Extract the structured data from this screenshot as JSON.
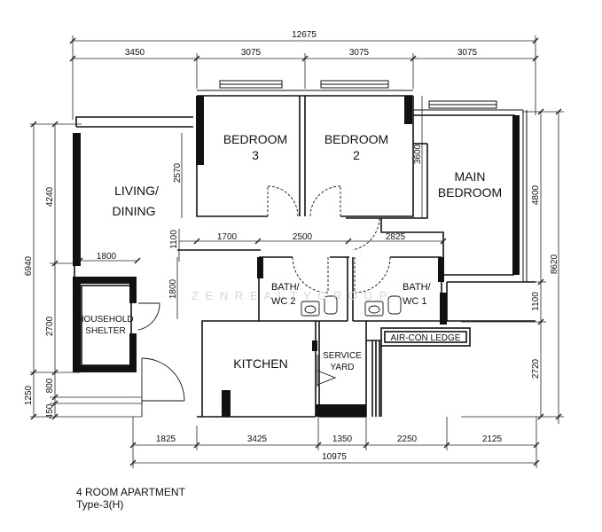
{
  "plan": {
    "title": "4 ROOM APARTMENT",
    "subtitle": "Type-3(H)",
    "watermark": "Z E N   R E A L T Y   G R O U P",
    "dimensions": {
      "total_top": "12675",
      "top_1": "3450",
      "top_2": "3075",
      "top_3": "3075",
      "top_4": "3075",
      "left_overall": "6940",
      "left_4240": "4240",
      "left_2700": "2700",
      "left_1250": "1250",
      "left_800": "800",
      "left_450": "450",
      "right_overall": "8620",
      "right_4800": "4800",
      "right_1100": "1100",
      "right_2720": "2720",
      "br3_2570": "2570",
      "br2_3600": "3600",
      "living_1100": "1100",
      "bath_1800": "1800",
      "mid_1700": "1700",
      "mid_2500": "2500",
      "mid_2825": "2825",
      "shelter_1800": "1800",
      "bottom_1825": "1825",
      "bottom_3425": "3425",
      "bottom_1350": "1350",
      "bottom_2250": "2250",
      "bottom_2125": "2125",
      "total_bottom": "10975"
    },
    "rooms": {
      "bedroom3_l1": "BEDROOM",
      "bedroom3_l2": "3",
      "bedroom2_l1": "BEDROOM",
      "bedroom2_l2": "2",
      "main_l1": "MAIN",
      "main_l2": "BEDROOM",
      "living_l1": "LIVING/",
      "living_l2": "DINING",
      "kitchen": "KITCHEN",
      "bath2_l1": "BATH/",
      "bath2_l2": "WC 2",
      "bath1_l1": "BATH/",
      "bath1_l2": "WC 1",
      "shelter_l1": "HOUSEHOLD",
      "shelter_l2": "SHELTER",
      "service_l1": "SERVICE",
      "service_l2": "YARD",
      "aircon": "AIR-CON LEDGE"
    }
  }
}
